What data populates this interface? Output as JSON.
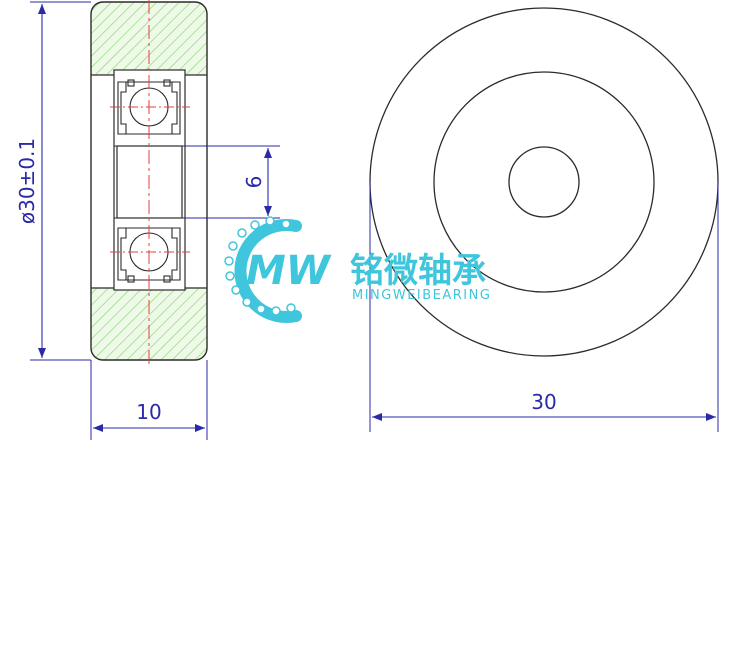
{
  "dimensions": {
    "outer_diameter": "ø30±0.1",
    "bore": "6",
    "width": "10",
    "diameter": "30"
  },
  "logo": {
    "monogram": "MW",
    "chinese_name": "铭微轴承",
    "english_name": "MINGWEIBEARING"
  },
  "colors": {
    "outline": "#2b2b2b",
    "dimension": "#2a2aa8",
    "hatch": "#6fcf5a",
    "hatch_fill": "#e9f8e2",
    "centerline": "#e04040",
    "logo": "#3fc6dd"
  }
}
